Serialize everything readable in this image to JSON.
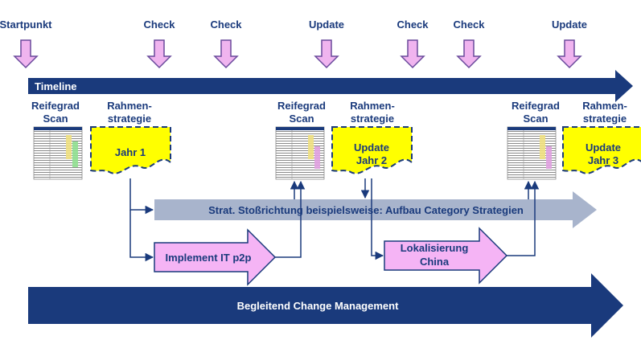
{
  "markers": [
    {
      "label": "Startpunkt"
    },
    {
      "label": "Check"
    },
    {
      "label": "Check"
    },
    {
      "label": "Update"
    },
    {
      "label": "Check"
    },
    {
      "label": "Check"
    },
    {
      "label": "Update"
    }
  ],
  "timeline": {
    "label": "Timeline"
  },
  "phases": [
    {
      "scan_line1": "Reifegrad",
      "scan_line2": "Scan",
      "strategy_line1": "Rahmen-",
      "strategy_line2": "strategie",
      "doc_line1": "Jahr 1",
      "doc_line2": ""
    },
    {
      "scan_line1": "Reifegrad",
      "scan_line2": "Scan",
      "strategy_line1": "Rahmen-",
      "strategy_line2": "strategie",
      "doc_line1": "Update",
      "doc_line2": "Jahr 2"
    },
    {
      "scan_line1": "Reifegrad",
      "scan_line2": "Scan",
      "strategy_line1": "Rahmen-",
      "strategy_line2": "strategie",
      "doc_line1": "Update",
      "doc_line2": "Jahr 3"
    }
  ],
  "strategy_arrow": {
    "label": "Strat. Stoßrichtung beispielsweise: Aufbau Category Strategien"
  },
  "initiatives": [
    {
      "line1": "Implement IT p2p",
      "line2": ""
    },
    {
      "line1": "Lokalisierung",
      "line2": "China"
    }
  ],
  "change_arrow": {
    "label": "Begleitend Change Management"
  },
  "colors": {
    "navy": "#1a3a7c",
    "marker_fill": "#f0b4ef",
    "marker_stroke": "#6a4a9c",
    "doc_fill": "#ffff00",
    "strategy_fill": "#a8b4cc",
    "initiative_fill": "#f5b4f5"
  }
}
